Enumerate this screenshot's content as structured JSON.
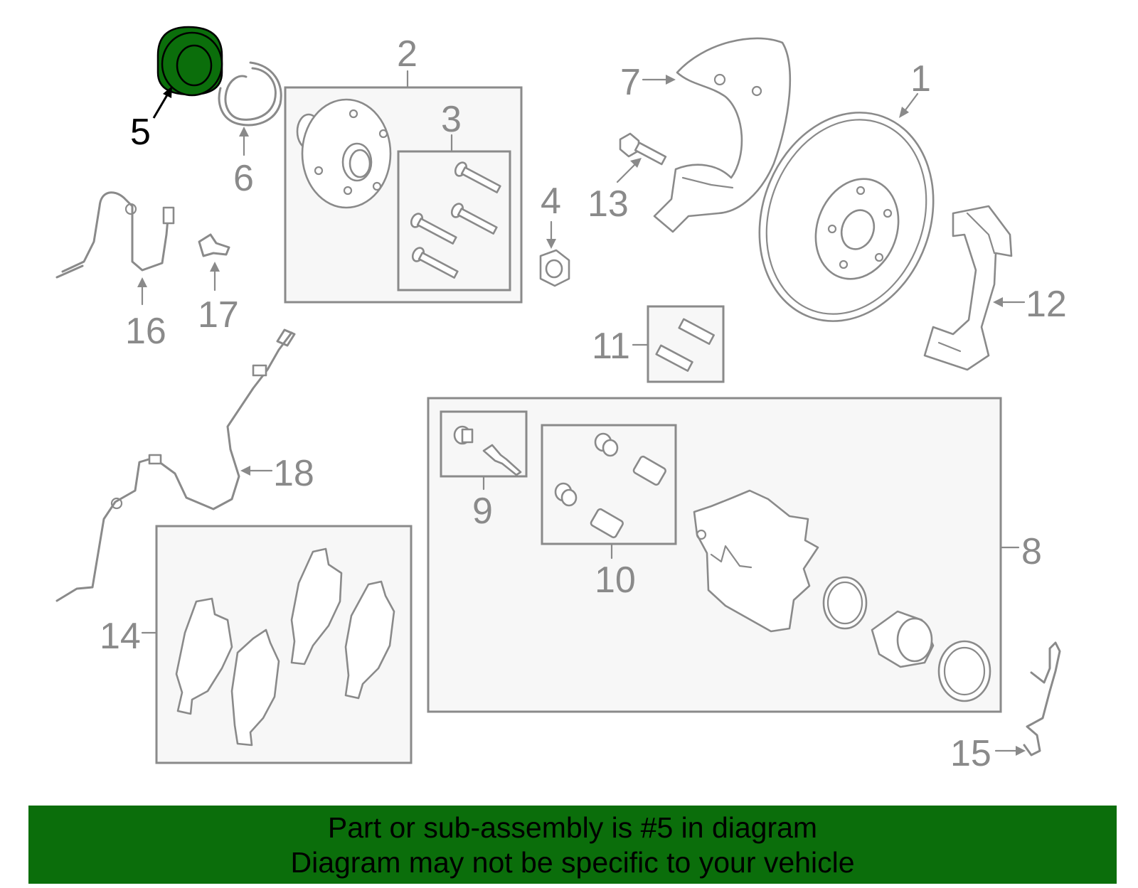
{
  "diagram": {
    "highlight_part": "5",
    "highlight_color": "#0b6e0b",
    "line_color": "#8a8a8a",
    "callouts": {
      "c1": "1",
      "c2": "2",
      "c3": "3",
      "c4": "4",
      "c5": "5",
      "c6": "6",
      "c7": "7",
      "c8": "8",
      "c9": "9",
      "c10": "10",
      "c11": "11",
      "c12": "12",
      "c13": "13",
      "c14": "14",
      "c15": "15",
      "c16": "16",
      "c17": "17",
      "c18": "18"
    }
  },
  "banner": {
    "line1": "Part or sub-assembly is #5 in diagram",
    "line2": "Diagram may not be specific to your vehicle",
    "background": "#0b6e0b"
  }
}
